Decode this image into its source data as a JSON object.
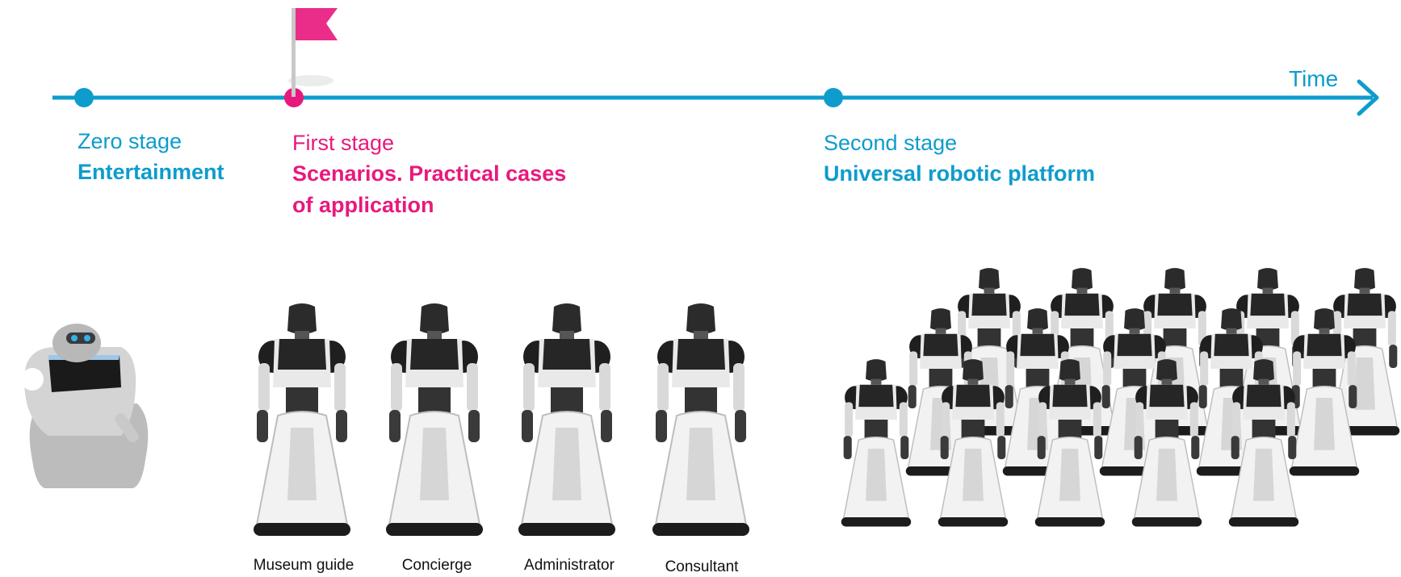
{
  "axis": {
    "label": "Time",
    "color": "#0e9ccc"
  },
  "stages": [
    {
      "label": "Zero stage",
      "title": "Entertainment",
      "color": "#0e9ccc"
    },
    {
      "label": "First stage",
      "title_line1": "Scenarios. Practical cases",
      "title_line2": "of application",
      "color": "#e8197d"
    },
    {
      "label": "Second stage",
      "title": "Universal robotic platform",
      "color": "#0e9ccc"
    }
  ],
  "first_stage_roles": [
    "Museum guide",
    "Concierge",
    "Administrator",
    "Consultant"
  ],
  "colors": {
    "accent_blue": "#0e9ccc",
    "accent_pink": "#e8197d"
  }
}
